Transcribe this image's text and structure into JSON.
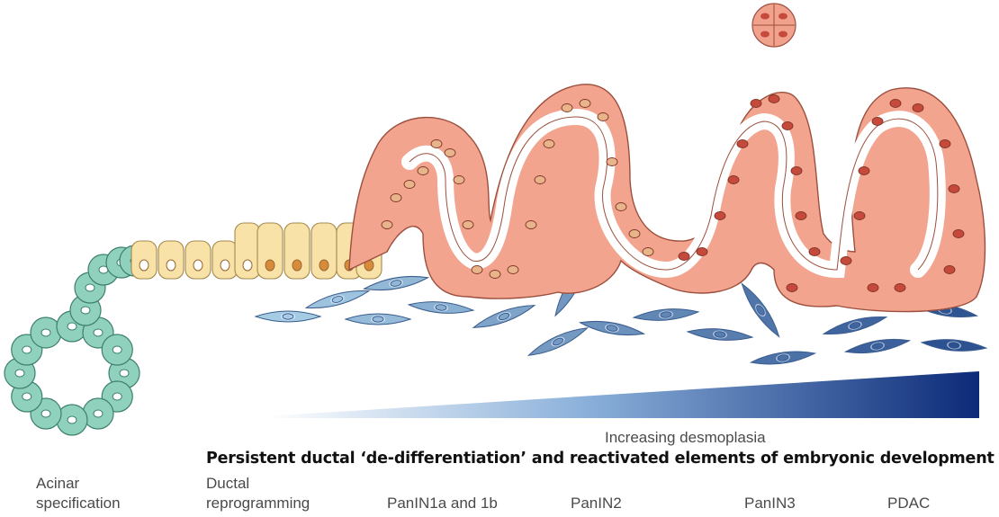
{
  "caption": {
    "desmoplasia": "Increasing desmoplasia",
    "headline": "Persistent ductal ‘de-differentiation’ and reactivated elements of embryonic development"
  },
  "stages": [
    {
      "line1": "Acinar",
      "line2": "specification"
    },
    {
      "line1": "Ductal",
      "line2": "reprogramming"
    },
    {
      "line1": "",
      "line2": "PanIN1a and 1b"
    },
    {
      "line1": "",
      "line2": "PanIN2"
    },
    {
      "line1": "",
      "line2": "PanIN3"
    },
    {
      "line1": "",
      "line2": "PDAC"
    }
  ],
  "colors": {
    "acinar_cell": "#8fd1bd",
    "ductal_cell": "#f9e2a8",
    "panin_cell": "#f0a28c",
    "nucleus_light": "#e8b48a",
    "nucleus_red": "#c64a3c",
    "fibroblast_light": "#a9cfe6",
    "fibroblast_dark": "#2a4f8f",
    "gradient_end": "#0c2a78"
  }
}
